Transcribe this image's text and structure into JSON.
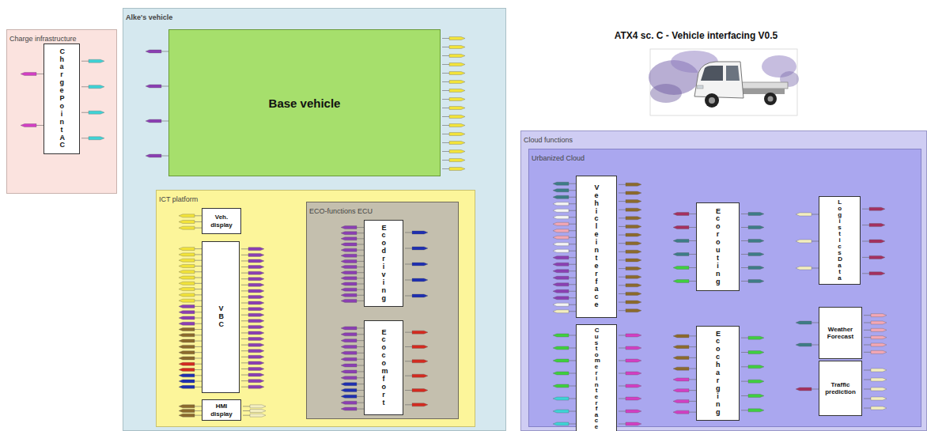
{
  "diagram": {
    "title": "ATX4 sc. C - Vehicle interfacing V0.5",
    "nodes": [
      {
        "text": [
          "Charge infrastructure"
        ]
      },
      {
        "text": [
          "Charge Point AC"
        ],
        "in": 0
      },
      {
        "text": [
          "Alke's vehicle"
        ]
      },
      {
        "text": [
          "Base vehicle"
        ],
        "in": 2
      },
      {
        "text": [
          "ICT platform"
        ],
        "in": 2
      },
      {
        "text": [
          "Veh. display"
        ],
        "in": 4
      },
      {
        "text": [
          "VBC"
        ],
        "in": 4
      },
      {
        "text": [
          "HMI display"
        ],
        "in": 4
      },
      {
        "text": [
          "ECO-functions ECU"
        ],
        "in": 4
      },
      {
        "text": [
          "Eco driving"
        ],
        "in": 8
      },
      {
        "text": [
          "Eco comfort"
        ],
        "in": 8
      },
      {
        "text": [
          "Cloud functions"
        ]
      },
      {
        "text": [
          "Urbanized Cloud"
        ],
        "in": 11
      },
      {
        "text": [
          "Vehicle interface"
        ],
        "in": 12
      },
      {
        "text": [
          "Eco routing"
        ],
        "in": 12
      },
      {
        "text": [
          "Logistics Data"
        ],
        "in": 12
      },
      {
        "text": [
          "Customer interface"
        ],
        "in": 12
      },
      {
        "text": [
          "Eco charging"
        ],
        "in": 12
      },
      {
        "text": [
          "Weather Forecast"
        ],
        "in": 12
      },
      {
        "text": [
          "Traffic prediction"
        ],
        "in": 12
      }
    ]
  }
}
